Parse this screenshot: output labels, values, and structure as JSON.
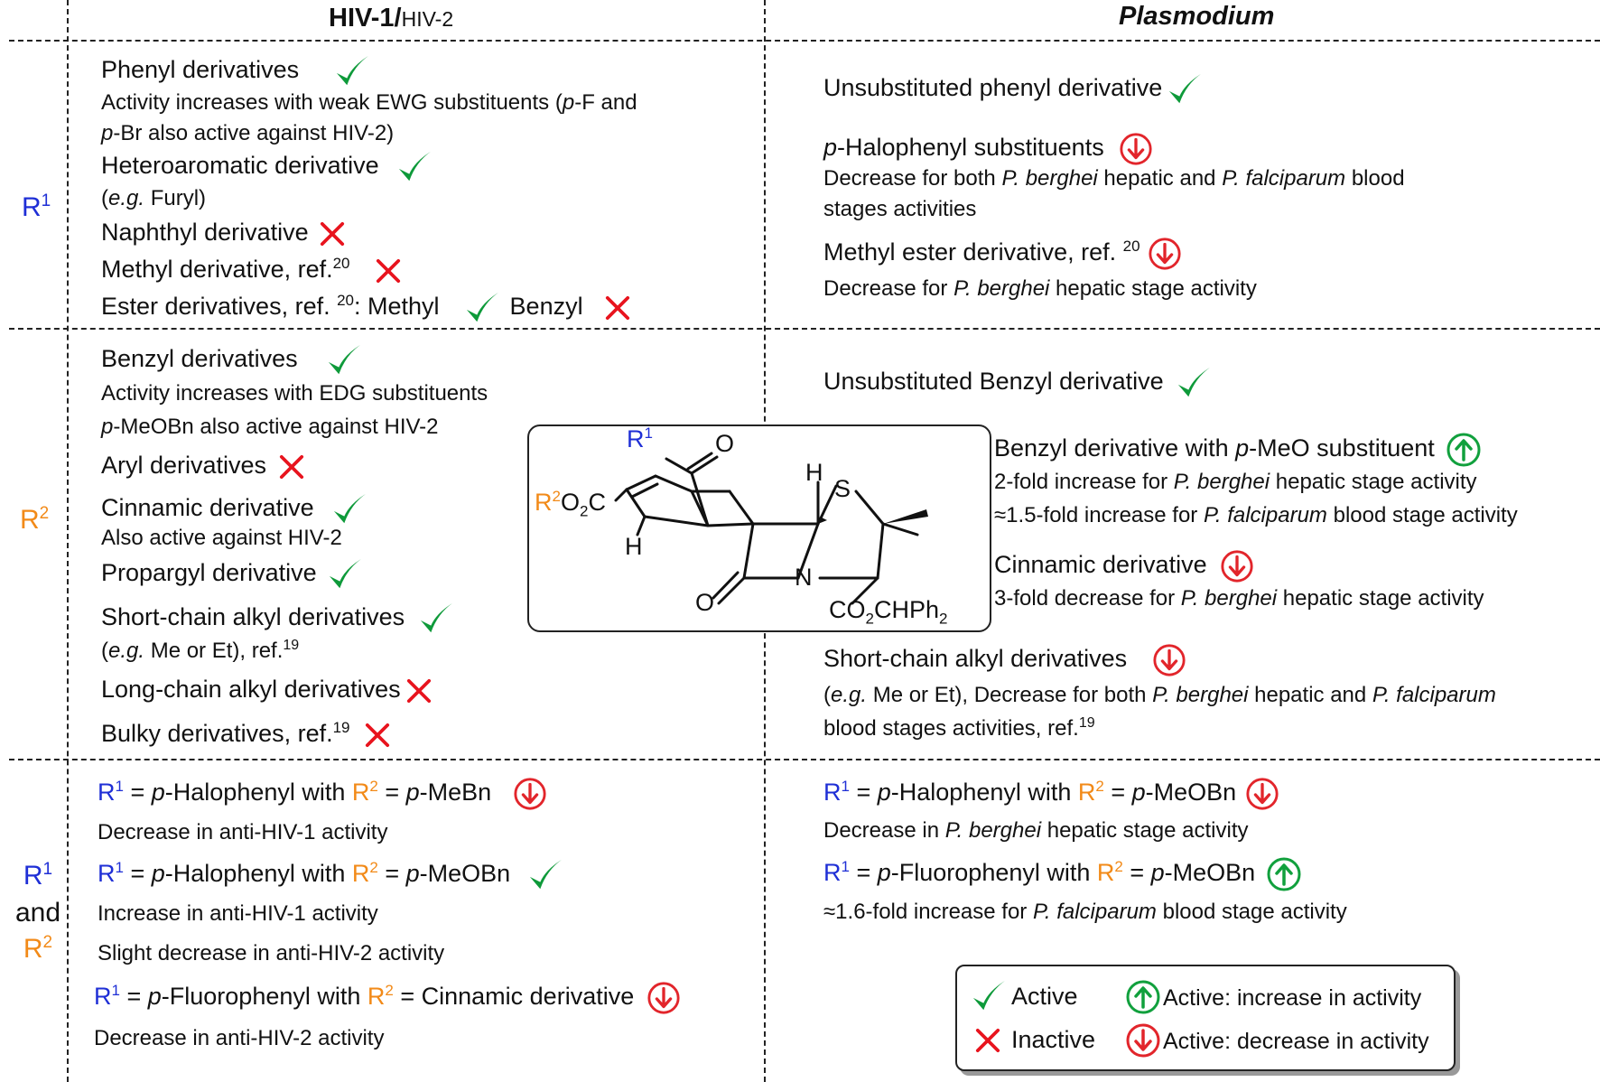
{
  "headers": {
    "hiv_main": "HIV-1/",
    "hiv_sub": "HIV-2",
    "plasmodium": "Plasmodium"
  },
  "row_labels": {
    "r1": "R",
    "r2": "R",
    "sup1": "1",
    "sup2": "2",
    "and": "and"
  },
  "r1_hiv": {
    "phenyl": "Phenyl derivatives",
    "phenyl_note_line1": "Activity increases with weak EWG substituents (",
    "phenyl_note_p": "p",
    "phenyl_note_line1b": "-F and",
    "phenyl_note_line2p": "p",
    "phenyl_note_line2": "-Br also active against HIV-2)",
    "hetero": "Heteroaromatic derivative",
    "hetero_note_open": "(",
    "hetero_note_eg": "e.g.",
    "hetero_note_rest": " Furyl)",
    "naphthyl": "Naphthyl derivative",
    "methyl": "Methyl derivative, ref.",
    "methyl_ref": "20",
    "ester": "Ester derivatives, ref. ",
    "ester_ref": "20",
    "ester_methyl": ": Methyl",
    "ester_benzyl": "Benzyl"
  },
  "r1_plas": {
    "unsub": "Unsubstituted phenyl derivative",
    "halo_p": "p",
    "halo": "-Halophenyl substituents",
    "halo_note_a": "Decrease for both ",
    "pb": "P. berghei",
    "halo_note_b": " hepatic and ",
    "pf": "P. falciparum",
    "halo_note_c": " blood",
    "halo_note_2": "stages activities",
    "ester": "Methyl ester derivative, ref. ",
    "ester_ref": "20",
    "ester_note_a": "Decrease for ",
    "ester_note_b": " hepatic stage activity"
  },
  "r2_hiv": {
    "benzyl": "Benzyl derivatives",
    "benzyl_note1": "Activity increases with EDG substituents",
    "benzyl_note2p": "p",
    "benzyl_note2": "-MeOBn also active against HIV-2",
    "aryl": "Aryl derivatives",
    "cinnamic": "Cinnamic derivative",
    "cinnamic_note": "Also active against HIV-2",
    "propargyl": "Propargyl derivative",
    "short": "Short-chain alkyl derivatives",
    "short_note_open": "(",
    "short_note_eg": "e.g.",
    "short_note_rest": " Me or Et), ref.",
    "short_ref": "19",
    "long": "Long-chain alkyl derivatives",
    "bulky": "Bulky derivatives, ref.",
    "bulky_ref": "19"
  },
  "r2_plas": {
    "unsub": "Unsubstituted Benzyl derivative",
    "benzyl_meo_a": "Benzyl derivative with ",
    "benzyl_meo_p": "p",
    "benzyl_meo_b": "-MeO substituent",
    "fold2_a": "2-fold increase for ",
    "fold2_b": " hepatic stage activity",
    "fold15_a": "≈1.5-fold increase for ",
    "fold15_b": " blood stage activity",
    "cinnamic": "Cinnamic derivative",
    "fold3_a": "3-fold decrease for ",
    "fold3_b": " hepatic stage activity",
    "short": "Short-chain alkyl derivatives",
    "short_note_open": "(",
    "short_note_eg": "e.g.",
    "short_note_a": " Me or Et), Decrease for both ",
    "short_note_b": " hepatic and ",
    "short_note2": "blood stages activities, ref.",
    "short_ref": "19"
  },
  "both_hiv": {
    "l1_eq": " = ",
    "l1_p": "p",
    "l1_a": "-Halophenyl with ",
    "l1_b": "-MeBn",
    "l1_note": "Decrease in anti-HIV-1 activity",
    "l2_b": "-MeOBn",
    "l2_note1": "Increase in anti-HIV-1 activity",
    "l2_note2": "Slight decrease in anti-HIV-2 activity",
    "l3_a": "-Fluorophenyl with ",
    "l3_b": " = Cinnamic derivative",
    "l3_note": "Decrease in anti-HIV-2 activity"
  },
  "both_plas": {
    "l1_b": "-MeOBn",
    "l1_note_a": "Decrease in ",
    "l1_note_b": " hepatic stage activity",
    "l2_a": "-Fluorophenyl with ",
    "l2_note_a": "≈1.6-fold increase for ",
    "l2_note_b": " blood stage activity"
  },
  "molecule": {
    "r1": "R",
    "r1_sup": "1",
    "r2": "R",
    "r2_sup": "2",
    "o2c": "O",
    "o2c_sub": "2",
    "o2c_c": "C",
    "o_top": "O",
    "o_bottom": "O",
    "h_top": "H",
    "h_left": "H",
    "s": "S",
    "n": "N",
    "ester": "CO",
    "ester_sub1": "2",
    "ester_b": "CHPh",
    "ester_sub2": "2"
  },
  "legend": {
    "active": "Active",
    "inactive": "Inactive",
    "increase": "Active: increase in activity",
    "decrease": "Active: decrease in activity"
  },
  "colors": {
    "check": "#0e9a3a",
    "cross": "#e8141e",
    "down": "#e2252b",
    "up": "#11a03d",
    "r1": "#1f2fd6",
    "r2": "#f28a18"
  }
}
